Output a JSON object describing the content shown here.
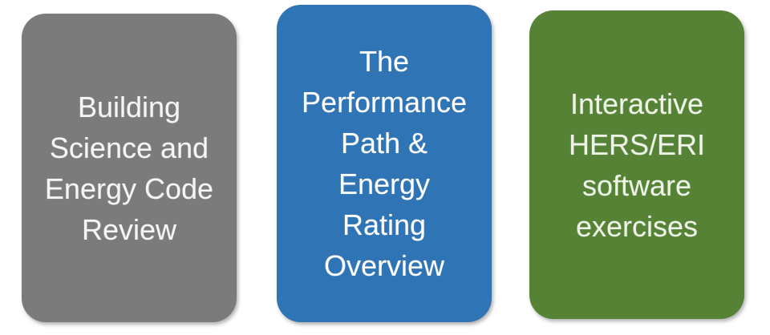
{
  "diagram": {
    "description_colors": {
      "card1_fill": "#7B7B7B",
      "card2_fill": "#2F74B5",
      "card3_fill": "#558235",
      "text": "#FFFFFF",
      "background": "#FFFFFF"
    },
    "cards": [
      {
        "label": "Building\nScience and\nEnergy Code\nReview",
        "fill": "#7B7B7B",
        "text_color": "#F5F5F5"
      },
      {
        "label": "The\nPerformance\nPath &\nEnergy\nRating\nOverview",
        "fill": "#2F74B5",
        "text_color": "#FFFFFF"
      },
      {
        "label": "Interactive\nHERS/ERI\nsoftware\nexercises",
        "fill": "#558235",
        "text_color": "#EDF3E7"
      }
    ]
  }
}
